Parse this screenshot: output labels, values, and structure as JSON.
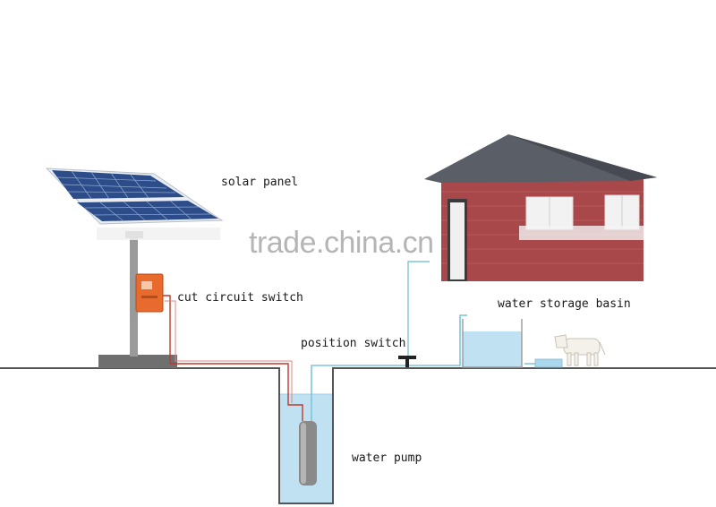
{
  "labels": {
    "solar_panel": "solar panel",
    "cut_circuit_switch": "cut circuit switch",
    "position_switch": "position switch",
    "water_storage_basin": "water storage basin",
    "water_pump": "water pump"
  },
  "watermark": "trade.china.cn",
  "colors": {
    "ground_line": "#555555",
    "wire_red": "#c0392b",
    "pipe_blue": "#7fc4dc",
    "water": "#bfe1f2",
    "roof": "#5a5e66",
    "brick": "#a8484a",
    "controller": "#e86a2c",
    "solar_cell": "#2d4d8a"
  }
}
